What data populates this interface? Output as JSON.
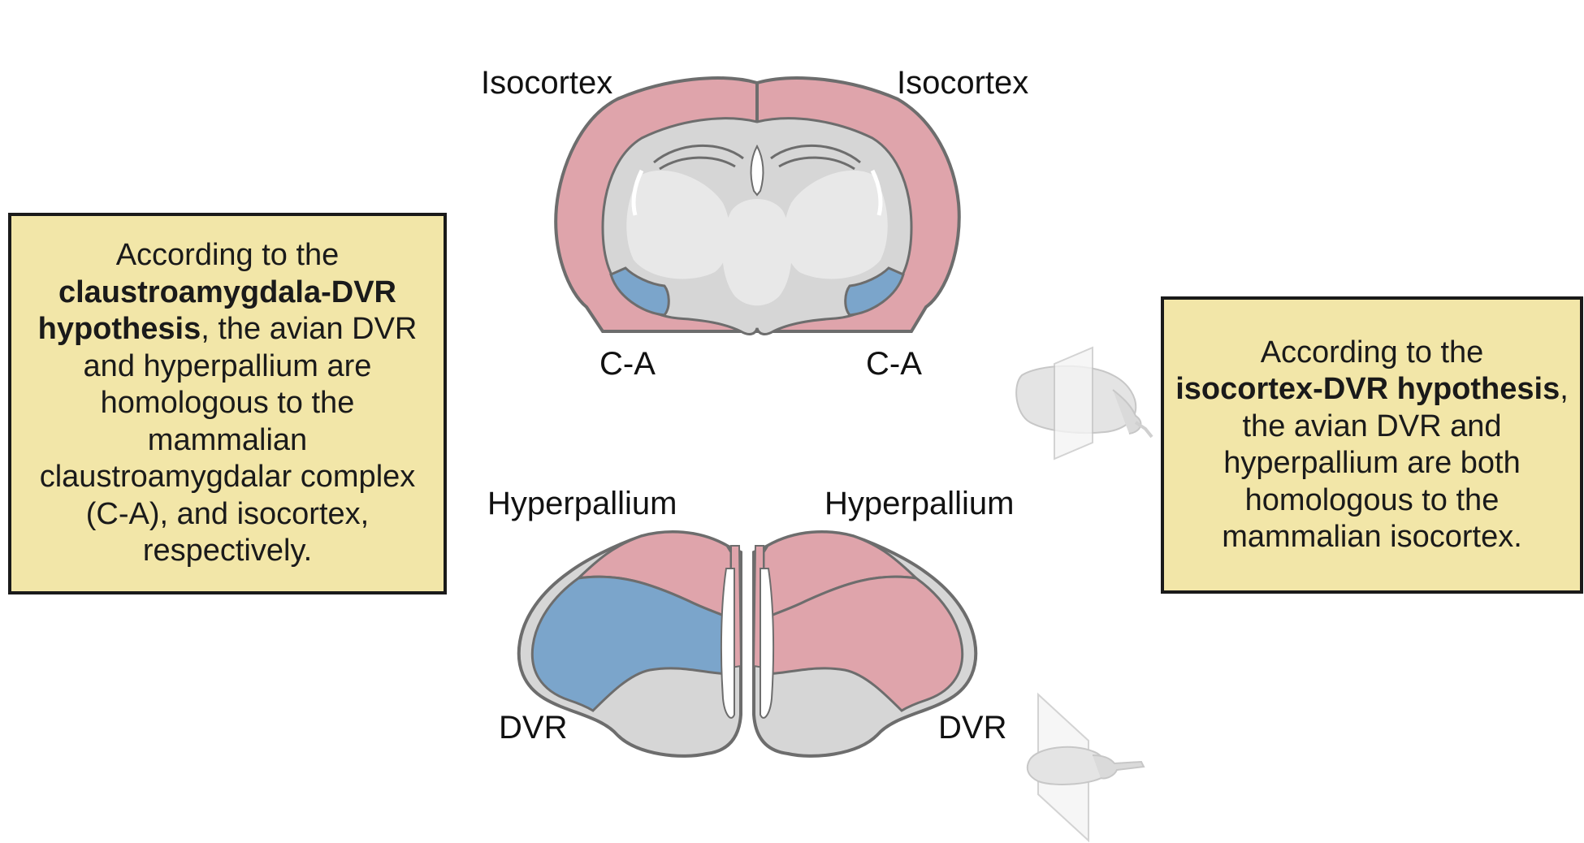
{
  "colors": {
    "pink": "#dfa4ab",
    "blue": "#7ba5cb",
    "gray": "#d6d6d6",
    "light_gray": "#e8e8e8",
    "outline": "#6d6d6d",
    "box_fill": "#f2e6a8",
    "box_border": "#1a1a1a"
  },
  "left_box": {
    "line1": "According to the",
    "bold": "claustroamygdala-DVR hypothesis",
    "rest": ", the avian DVR and hyperpallium are homologous to the mammalian claustroamygdalar complex (C-A), and isocortex, respectively."
  },
  "right_box": {
    "line1": "According to the",
    "bold": "isocortex-DVR hypothesis",
    "rest": ", the avian DVR and hyperpallium are both homologous to the mammalian isocortex."
  },
  "mammal_brain": {
    "label_isocortex_left": "Isocortex",
    "label_isocortex_right": "Isocortex",
    "label_ca_left": "C-A",
    "label_ca_right": "C-A"
  },
  "bird_brain": {
    "label_hyperpallium_left": "Hyperpallium",
    "label_hyperpallium_right": "Hyperpallium",
    "label_dvr_left": "DVR",
    "label_dvr_right": "DVR"
  },
  "icons": {
    "mammal_section": "mouse-brain-coronal-plane-icon",
    "bird_section": "bird-brain-coronal-plane-icon"
  }
}
